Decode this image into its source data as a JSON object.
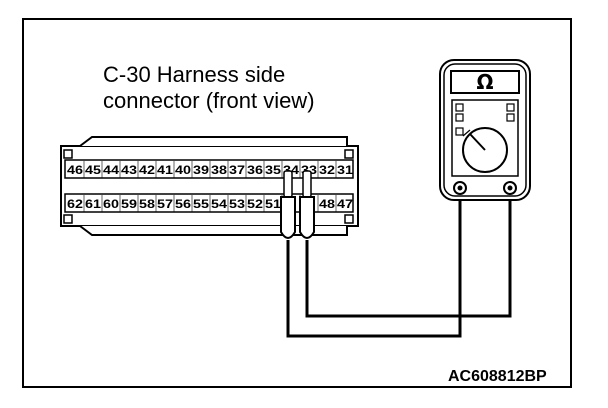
{
  "title": {
    "line1": "C-30 Harness side",
    "line2": "connector (front view)"
  },
  "figure_code": "AC608812BP",
  "connector": {
    "top_row": [
      "46",
      "45",
      "44",
      "43",
      "42",
      "41",
      "40",
      "39",
      "38",
      "37",
      "36",
      "35",
      "34",
      "33",
      "32",
      "31"
    ],
    "bottom_row": [
      "62",
      "61",
      "60",
      "59",
      "58",
      "57",
      "56",
      "55",
      "54",
      "53",
      "52",
      "51",
      "",
      "",
      "48",
      "47"
    ]
  },
  "meter": {
    "symbol": "Ω",
    "icon": "ohmmeter-icon"
  }
}
